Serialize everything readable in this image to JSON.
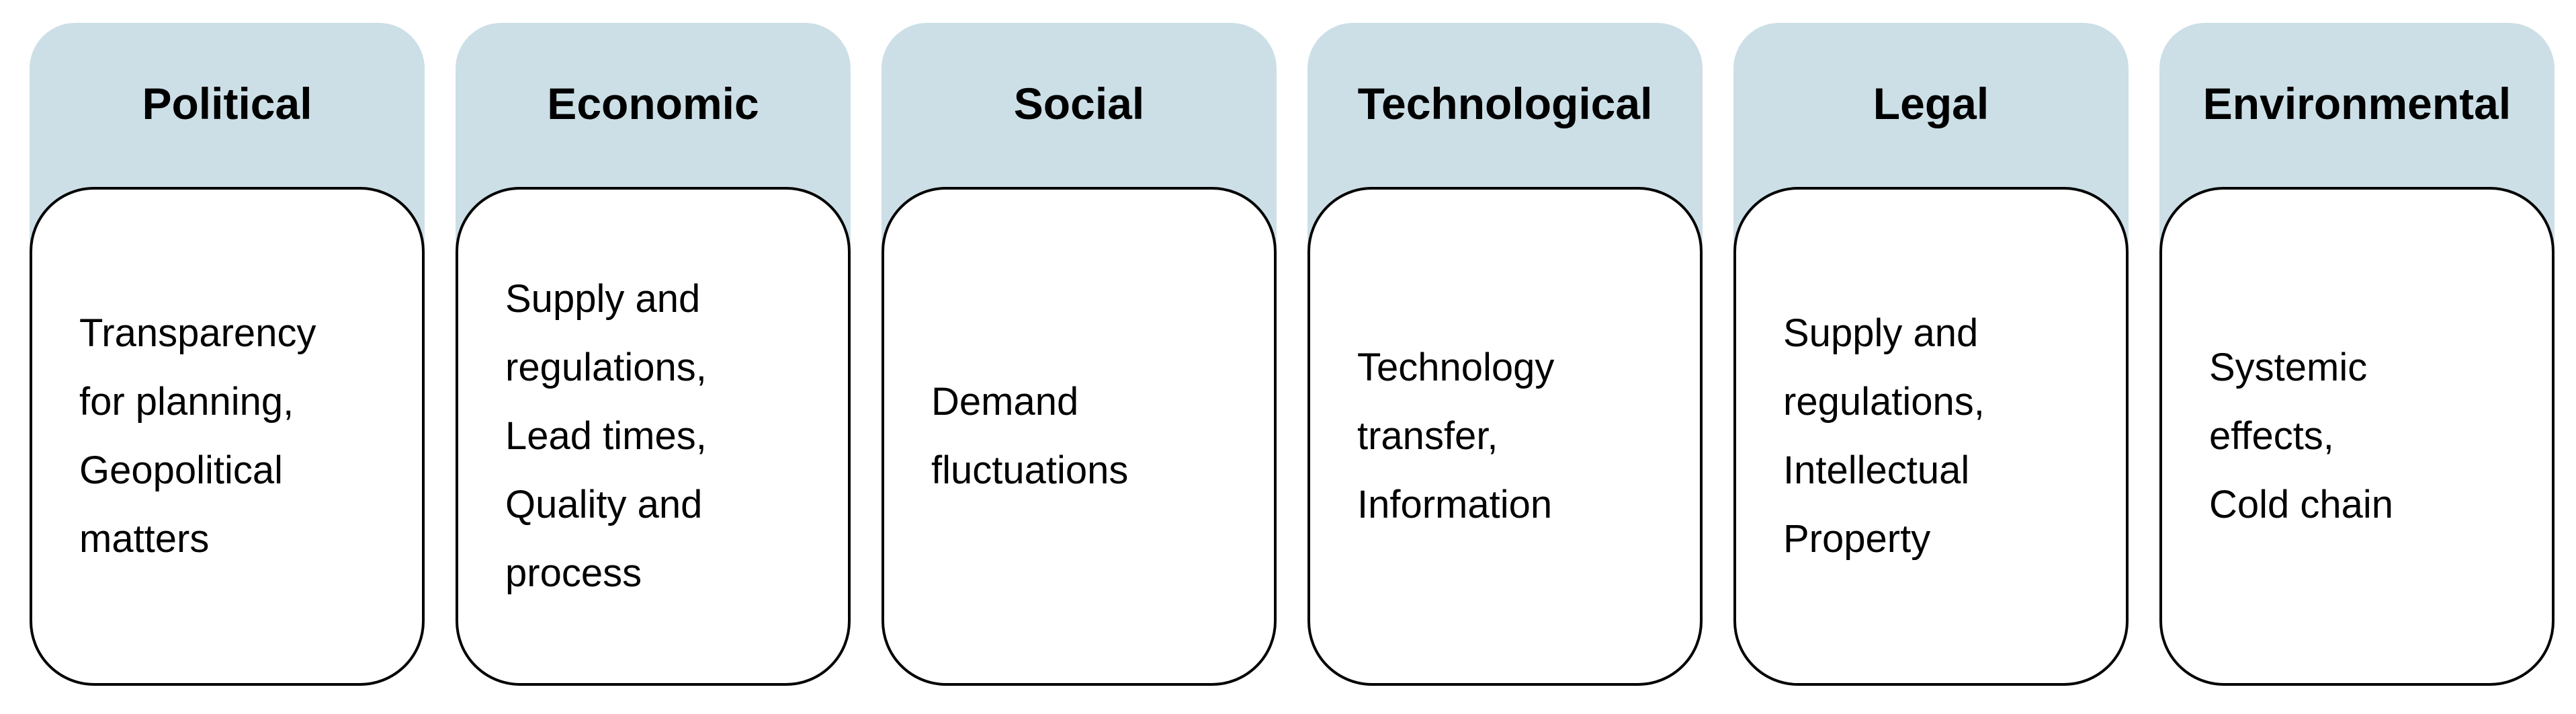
{
  "colors": {
    "header_fill": "#ccdfe6",
    "box_border": "#000000",
    "box_fill": "#ffffff",
    "text": "#000000"
  },
  "columns": [
    {
      "title": "Political",
      "lines": [
        "Transparency",
        "for planning,",
        "Geopolitical",
        "matters"
      ]
    },
    {
      "title": "Economic",
      "lines": [
        "Supply and",
        "regulations,",
        "Lead times,",
        "Quality and",
        "process"
      ]
    },
    {
      "title": "Social",
      "lines": [
        "Demand",
        "fluctuations"
      ]
    },
    {
      "title": "Technological",
      "lines": [
        "Technology",
        "transfer,",
        "Information"
      ]
    },
    {
      "title": "Legal",
      "lines": [
        "Supply and",
        "regulations,",
        "Intellectual",
        "Property"
      ]
    },
    {
      "title": "Environmental",
      "lines": [
        "Systemic",
        "effects,",
        "Cold chain"
      ]
    }
  ]
}
